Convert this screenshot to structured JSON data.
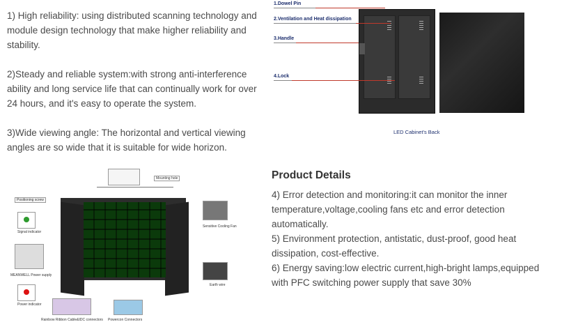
{
  "left_paragraphs": [
    "1) High reliability: using distributed scanning technology and module design technology that make higher reliability and stability.",
    "2)Steady and reliable system:with strong anti-interference ability and long service life that can continually work for over 24 hours, and it's easy to operate the system.",
    "3)Wide viewing angle: The horizontal and vertical viewing angles are so wide that it is suitable for wide horizon."
  ],
  "cabinet_figure": {
    "callouts": [
      "1.Dowel Pin",
      "2.Ventilation and Heat dissipation",
      "3.Handle",
      "4.Lock"
    ],
    "caption": "LED Cabinet's Back"
  },
  "diagram": {
    "labels": {
      "mounting_hole": "Mounting hole",
      "positioning_screw": "Positioning screw",
      "signal_indicator": "Signal indicator",
      "power_supply": "MEANWELL Power supply",
      "power_indicator": "Power indicator",
      "rainbow_cable": "Rainbow Ribbon Cable&IDC connectors",
      "powercon": "Powercon Connectors",
      "cooling_fan": "Sensitive Cooling Fan",
      "earth_wire": "Earth wire"
    }
  },
  "product_details": {
    "heading": "Product Details",
    "paragraphs": [
      "4) Error detection and monitoring:it can monitor the inner temperature,voltage,cooling fans etc and error detection automatically.",
      "5) Environment protection, antistatic, dust-proof, good heat dissipation, cost-effective.",
      "6) Energy saving:low electric current,high-bright lamps,equipped with PFC switching power supply that save 30%"
    ]
  },
  "colors": {
    "callout_text": "#1d2f6e",
    "callout_line": "#c0392b",
    "body_text": "#4a4a4a"
  }
}
